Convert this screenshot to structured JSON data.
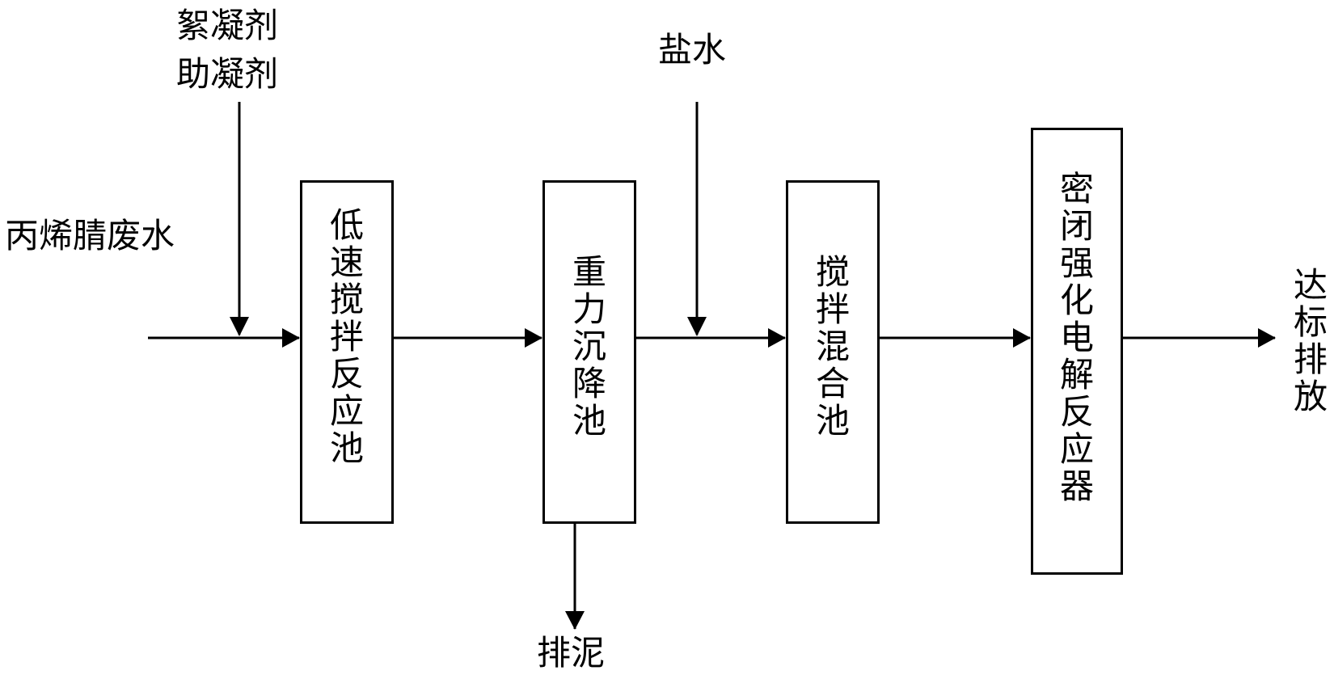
{
  "inputs": {
    "wastewater": "丙烯腈废水",
    "flocculant": "絮凝剂",
    "coagulant_aid": "助凝剂",
    "brine": "盐水"
  },
  "units": {
    "unit1": "低速搅拌反应池",
    "unit2": "重力沉降池",
    "unit3": "搅拌混合池",
    "unit4": "密闭强化电解反应器"
  },
  "outputs": {
    "sludge": "排泥",
    "discharge": "达标排放"
  }
}
